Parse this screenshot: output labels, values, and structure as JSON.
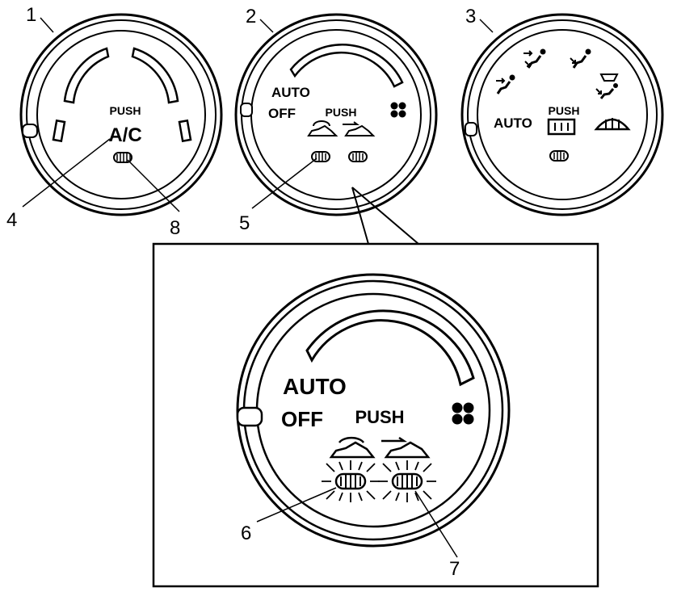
{
  "colors": {
    "ink": "#000000",
    "paper": "#ffffff"
  },
  "callouts": {
    "c1": "1",
    "c2": "2",
    "c3": "3",
    "c4": "4",
    "c5": "5",
    "c6": "6",
    "c7": "7",
    "c8": "8"
  },
  "knob1": {
    "push": "PUSH",
    "ac": "A/C"
  },
  "knob2": {
    "auto": "AUTO",
    "off": "OFF",
    "push": "PUSH",
    "icons": [
      "fan-icon",
      "recirculation-icon",
      "outside-air-icon"
    ]
  },
  "knob3": {
    "auto": "AUTO",
    "push": "PUSH",
    "icons": [
      "vent-mode-icon",
      "bi-level-mode-icon",
      "floor-mode-icon",
      "defog-mode-icon",
      "rear-defrost-icon",
      "front-defrost-icon"
    ]
  },
  "detail": {
    "auto": "AUTO",
    "off": "OFF",
    "push": "PUSH",
    "icons": [
      "fan-icon",
      "recirculation-icon",
      "outside-air-icon",
      "lit-indicator-icon"
    ]
  }
}
